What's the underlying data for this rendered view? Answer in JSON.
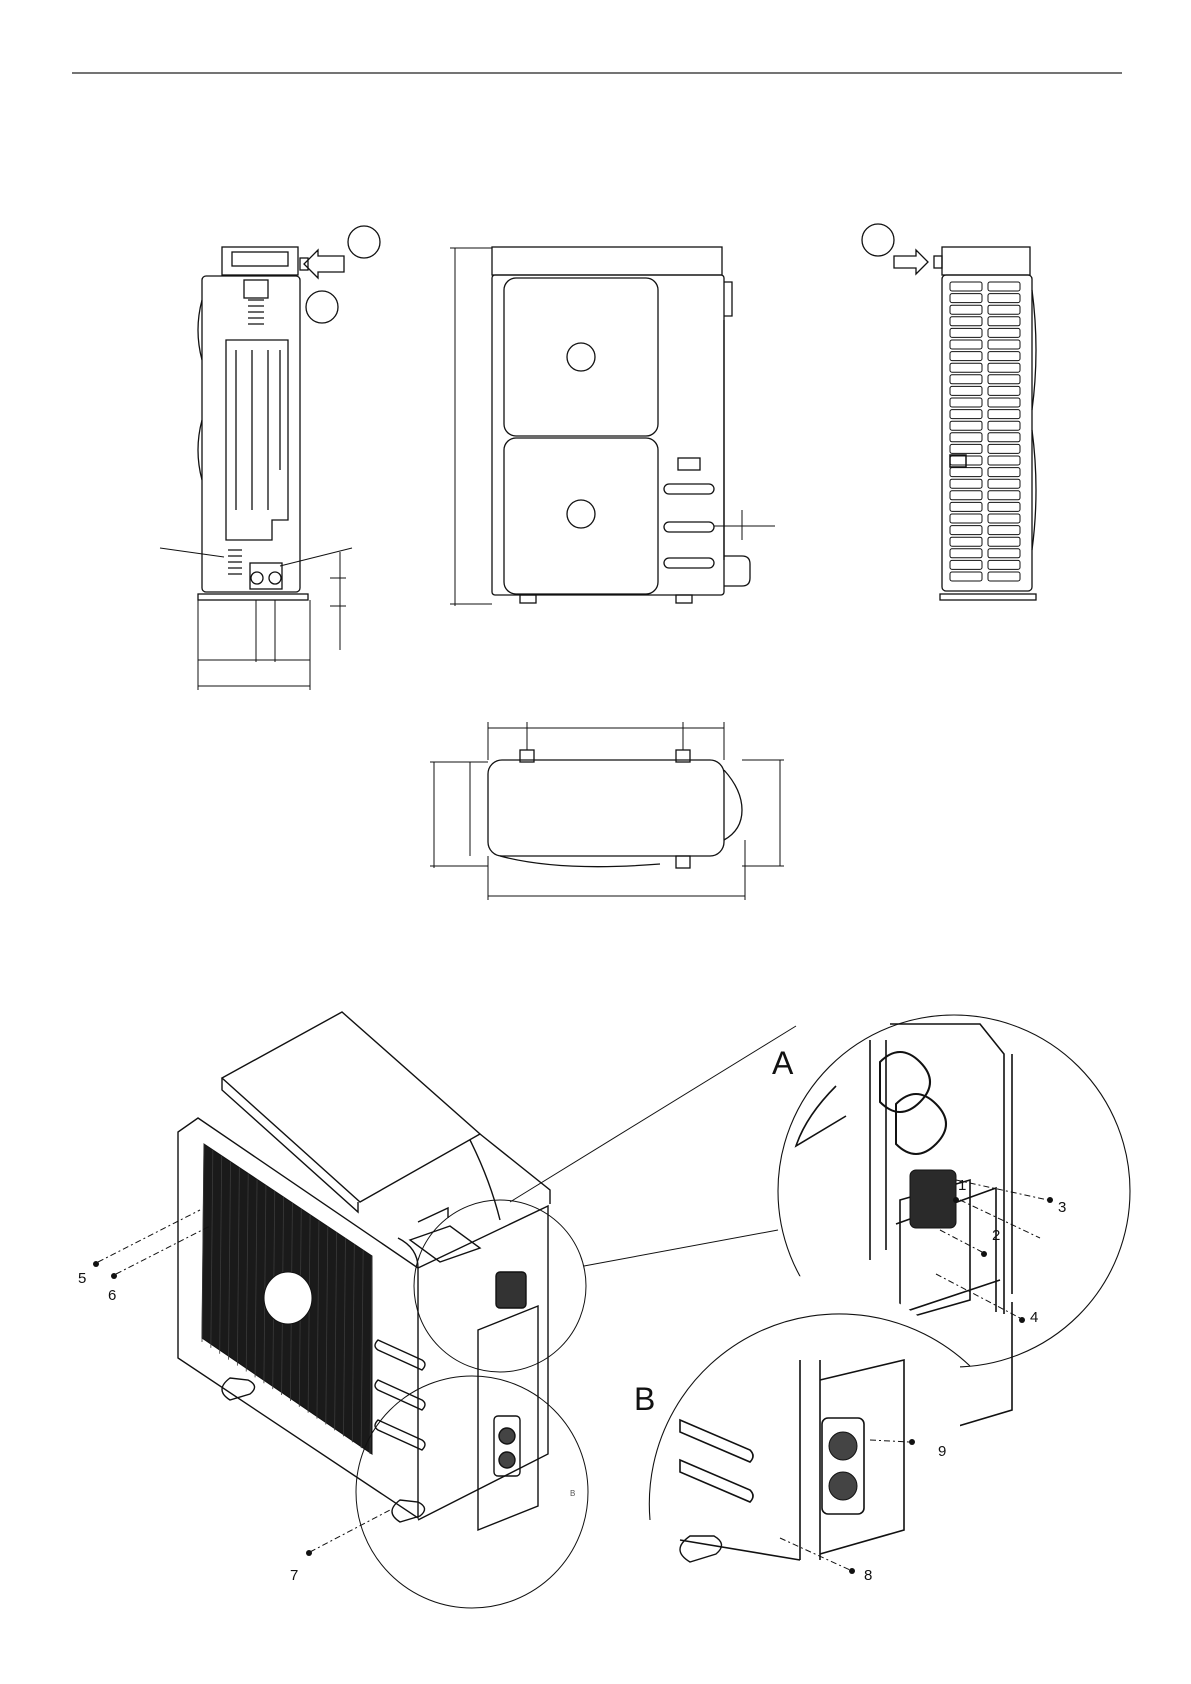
{
  "exploded_view": {
    "callouts": {
      "c1": "1",
      "c2": "2",
      "c3": "3",
      "c4": "4",
      "c5": "5",
      "c6": "6",
      "c7": "7",
      "c8": "8",
      "c9": "9"
    },
    "detail_a": "A",
    "detail_b": "B",
    "detail_b_circle_mark": "B"
  }
}
